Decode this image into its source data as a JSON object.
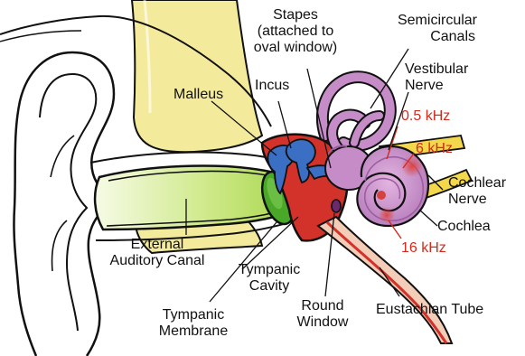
{
  "labels": {
    "stapes": [
      "Stapes",
      "(attached to",
      "oval window)"
    ],
    "semicircular_canals": [
      "Semicircular",
      "Canals"
    ],
    "vestibular_nerve": [
      "Vestibular",
      "Nerve"
    ],
    "malleus": "Malleus",
    "incus": "Incus",
    "freq_05": "0.5 kHz",
    "freq_6": "6 kHz",
    "cochlear_nerve": [
      "Cochlear",
      "Nerve"
    ],
    "cochlea": "Cochlea",
    "freq_16": "16 kHz",
    "external_auditory_canal": [
      "External",
      "Auditory Canal"
    ],
    "tympanic_cavity": [
      "Tympanic",
      "Cavity"
    ],
    "round_window": [
      "Round",
      "Window"
    ],
    "eustachian_tube": "Eustachian Tube",
    "tympanic_membrane": [
      "Tympanic",
      "Membrane"
    ]
  },
  "colors": {
    "outline": "#111111",
    "skin": "#ffffff",
    "cartilage": "#f4ea9c",
    "canal": "#b9e06a",
    "canal_highlight": "#e6f5b8",
    "membrane": "#4aa829",
    "cavity": "#d2322a",
    "ossicle": "#3a6fc4",
    "labyrinth": "#c58cc7",
    "labyrinth_dark": "#9b5ea0",
    "nerve": "#f2d84a",
    "eustachian": "#f3cdb8",
    "freq_label": "#d42a1c"
  }
}
